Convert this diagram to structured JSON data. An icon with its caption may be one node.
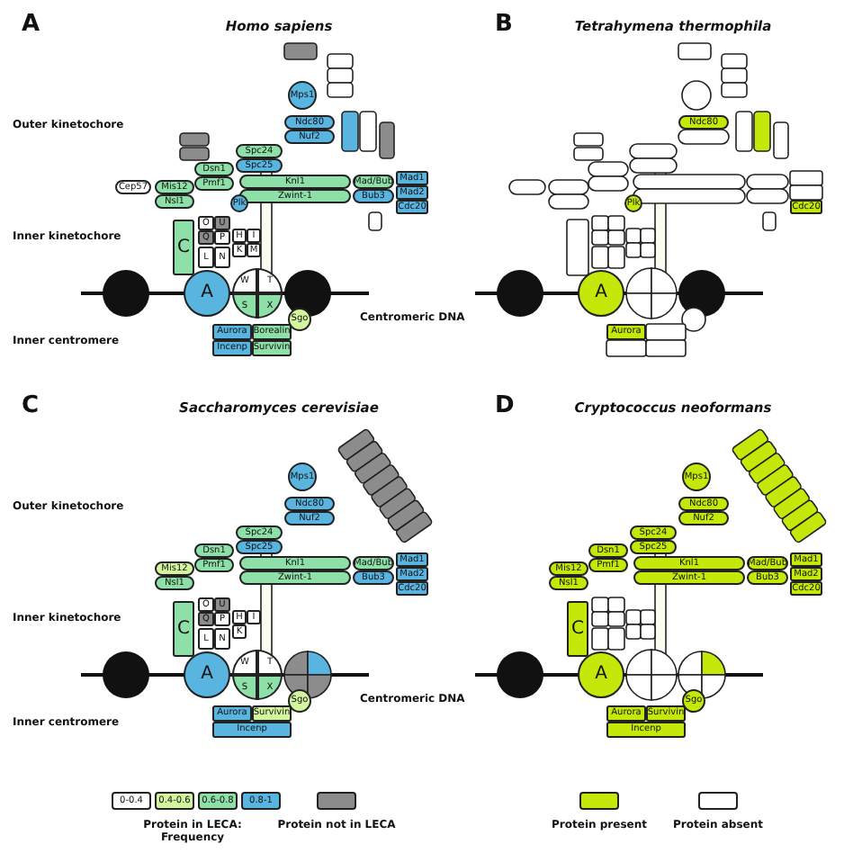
{
  "diagram": {
    "nodes": [
      {
        "text": [
          "Mps1"
        ]
      },
      {
        "text": [
          "Ndc80"
        ]
      },
      {
        "text": [
          "Nuf2"
        ]
      },
      {
        "text": [
          "Spc24"
        ]
      },
      {
        "text": [
          "Spc25"
        ]
      },
      {
        "text": [
          "Mis12"
        ]
      },
      {
        "text": [
          "Dsn1"
        ]
      },
      {
        "text": [
          "Nsl1"
        ]
      },
      {
        "text": [
          "Pmf1"
        ]
      },
      {
        "text": [
          "Cep57"
        ]
      },
      {
        "text": [
          "Knl1"
        ]
      },
      {
        "text": [
          "Zwint-1"
        ]
      },
      {
        "text": [
          "Mad/Bub"
        ]
      },
      {
        "text": [
          "Bub3"
        ]
      },
      {
        "text": [
          "Mad1"
        ]
      },
      {
        "text": [
          "Mad2"
        ]
      },
      {
        "text": [
          "Cdc20"
        ]
      },
      {
        "text": [
          "Plk"
        ]
      },
      {
        "text": [
          "C"
        ]
      },
      {
        "text": [
          "O"
        ]
      },
      {
        "text": [
          "U"
        ]
      },
      {
        "text": [
          "Q"
        ]
      },
      {
        "text": [
          "P"
        ]
      },
      {
        "text": [
          "H"
        ]
      },
      {
        "text": [
          "I"
        ]
      },
      {
        "text": [
          "K"
        ]
      },
      {
        "text": [
          "M"
        ]
      },
      {
        "text": [
          "L"
        ]
      },
      {
        "text": [
          "N"
        ]
      },
      {
        "text": [
          "A"
        ]
      },
      {
        "text": [
          "W"
        ]
      },
      {
        "text": [
          "T"
        ]
      },
      {
        "text": [
          "S"
        ]
      },
      {
        "text": [
          "X"
        ]
      },
      {
        "text": [
          "Sgo"
        ]
      },
      {
        "text": [
          "Aurora"
        ]
      },
      {
        "text": [
          "Borealin"
        ]
      },
      {
        "text": [
          "Incenp"
        ]
      },
      {
        "text": [
          "Survivin"
        ]
      },
      {
        "text": [
          "Ndc80"
        ]
      },
      {
        "text": [
          "Plk"
        ]
      },
      {
        "text": [
          "Cdc20"
        ]
      },
      {
        "text": [
          "A"
        ]
      },
      {
        "text": [
          "Aurora"
        ]
      },
      {
        "text": [
          "Mps1"
        ]
      },
      {
        "text": [
          "Ndc80"
        ]
      },
      {
        "text": [
          "Nuf2"
        ]
      },
      {
        "text": [
          "Spc24"
        ]
      },
      {
        "text": [
          "Spc25"
        ]
      },
      {
        "text": [
          "Mis12"
        ]
      },
      {
        "text": [
          "Dsn1"
        ]
      },
      {
        "text": [
          "Nsl1"
        ]
      },
      {
        "text": [
          "Pmf1"
        ]
      },
      {
        "text": [
          "Knl1"
        ]
      },
      {
        "text": [
          "Zwint-1"
        ]
      },
      {
        "text": [
          "Mad/Bub"
        ]
      },
      {
        "text": [
          "Bub3"
        ]
      },
      {
        "text": [
          "Mad1"
        ]
      },
      {
        "text": [
          "Mad2"
        ]
      },
      {
        "text": [
          "Cdc20"
        ]
      },
      {
        "text": [
          "C"
        ]
      },
      {
        "text": [
          "O"
        ]
      },
      {
        "text": [
          "U"
        ]
      },
      {
        "text": [
          "Q"
        ]
      },
      {
        "text": [
          "P"
        ]
      },
      {
        "text": [
          "H"
        ]
      },
      {
        "text": [
          "I"
        ]
      },
      {
        "text": [
          "K"
        ]
      },
      {
        "text": [
          "L"
        ]
      },
      {
        "text": [
          "N"
        ]
      },
      {
        "text": [
          "A"
        ]
      },
      {
        "text": [
          "W"
        ]
      },
      {
        "text": [
          "T"
        ]
      },
      {
        "text": [
          "S"
        ]
      },
      {
        "text": [
          "X"
        ]
      },
      {
        "text": [
          "Sgo"
        ]
      },
      {
        "text": [
          "Aurora"
        ]
      },
      {
        "text": [
          "Survivin"
        ]
      },
      {
        "text": [
          "Incenp"
        ]
      },
      {
        "text": [
          "Mps1"
        ]
      },
      {
        "text": [
          "Ndc80"
        ]
      },
      {
        "text": [
          "Nuf2"
        ]
      },
      {
        "text": [
          "Spc24"
        ]
      },
      {
        "text": [
          "Spc25"
        ]
      },
      {
        "text": [
          "Mis12"
        ]
      },
      {
        "text": [
          "Dsn1"
        ]
      },
      {
        "text": [
          "Nsl1"
        ]
      },
      {
        "text": [
          "Pmf1"
        ]
      },
      {
        "text": [
          "Knl1"
        ]
      },
      {
        "text": [
          "Zwint-1"
        ]
      },
      {
        "text": [
          "Mad/Bub"
        ]
      },
      {
        "text": [
          "Bub3"
        ]
      },
      {
        "text": [
          "Mad1"
        ]
      },
      {
        "text": [
          "Mad2"
        ]
      },
      {
        "text": [
          "Cdc20"
        ]
      },
      {
        "text": [
          "C"
        ]
      },
      {
        "text": [
          "A"
        ]
      },
      {
        "text": [
          "Sgo"
        ]
      },
      {
        "text": [
          "Aurora"
        ]
      },
      {
        "text": [
          "Survivin"
        ]
      },
      {
        "text": [
          "Incenp"
        ]
      }
    ],
    "labels": [
      "A",
      "Homo sapiens",
      "B",
      "Tetrahymena thermophila",
      "Outer kinetochore",
      "Inner kinetochore",
      "Centromeric DNA",
      "Inner centromere",
      "C",
      "Saccharomyces cerevisiae",
      "D",
      "Cryptococcus neoformans",
      "Outer kinetochore",
      "Inner kinetochore",
      "Centromeric DNA",
      "Inner centromere",
      "Protein in LECA: Frequency"
    ],
    "legend": [
      {
        "text": "0-0.4",
        "color": "#ffffff"
      },
      {
        "text": "0.4-0.6",
        "color": "#d4f5a0"
      },
      {
        "text": "0.6-0.8",
        "color": "#8fe0a8"
      },
      {
        "text": "0.8-1",
        "color": "#5ab4e0"
      },
      {
        "text": "Protein not in LECA",
        "color": "#8c8c8c"
      },
      {
        "text": "Protein present",
        "color": "#c5e80a"
      },
      {
        "text": "Protein absent",
        "color": "#ffffff"
      }
    ]
  }
}
